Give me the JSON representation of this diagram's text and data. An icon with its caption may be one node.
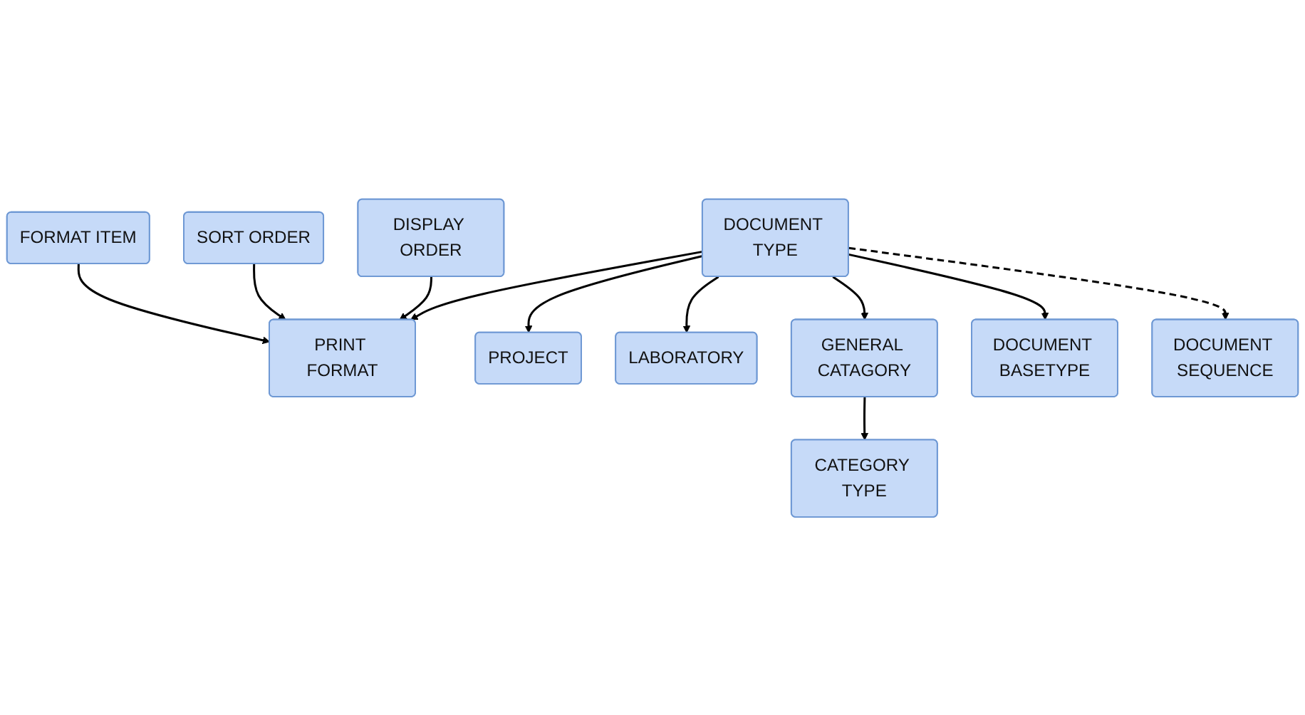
{
  "diagram": {
    "nodes": [
      {
        "text": [
          "PROJECT"
        ]
      },
      {
        "text": [
          "LABORATORY"
        ]
      },
      {
        "text": [
          "GENERAL CATAGORY"
        ]
      },
      {
        "text": [
          "DOCUMENT TYPE"
        ]
      },
      {
        "text": [
          "DOCUMENT BASETYPE"
        ]
      },
      {
        "text": [
          "CATEGORY TYPE"
        ]
      },
      {
        "text": [
          "PRINT FORMAT"
        ]
      },
      {
        "text": [
          "DOCUMENT SEQUENCE"
        ]
      },
      {
        "text": [
          "DISPLAY ORDER"
        ]
      },
      {
        "text": [
          "SORT ORDER"
        ]
      },
      {
        "text": [
          "FORMAT ITEM"
        ]
      }
    ],
    "edges": [
      {
        "from": 3,
        "to": 0,
        "arrow": "to"
      },
      {
        "from": 3,
        "to": 1,
        "arrow": "to"
      },
      {
        "from": 3,
        "to": 2,
        "arrow": "to"
      },
      {
        "from": 3,
        "to": 4,
        "arrow": "to"
      },
      {
        "from": 2,
        "to": 5,
        "arrow": "to"
      },
      {
        "from": 3,
        "to": 6,
        "arrow": "to"
      },
      {
        "from": 3,
        "to": 7,
        "arrow": "to",
        "style": "dashed"
      },
      {
        "from": 8,
        "to": 6,
        "arrow": "to"
      },
      {
        "from": 9,
        "to": 6,
        "arrow": "to"
      },
      {
        "from": 10,
        "to": 6,
        "arrow": "to"
      }
    ]
  }
}
